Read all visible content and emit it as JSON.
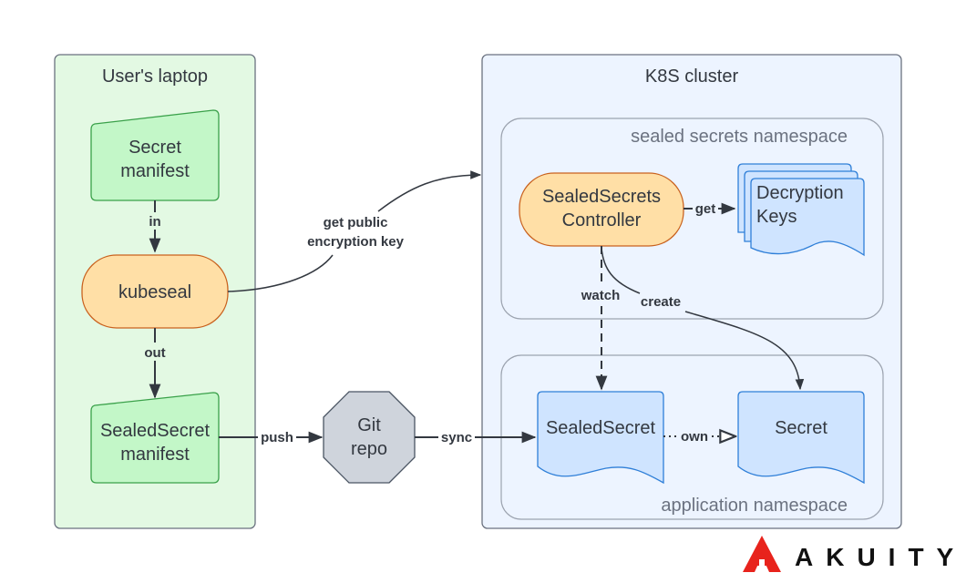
{
  "containers": {
    "laptop": {
      "title": "User's laptop",
      "fill": "#e3f9e3",
      "stroke": "#6b7280"
    },
    "cluster": {
      "title": "K8S cluster",
      "fill": "#edf4ff",
      "stroke": "#6b7280"
    },
    "sealed_ns": {
      "title": "sealed secrets namespace"
    },
    "app_ns": {
      "title": "application namespace"
    }
  },
  "nodes": {
    "secret_manifest": {
      "line1": "Secret",
      "line2": "manifest"
    },
    "kubeseal": {
      "label": "kubeseal"
    },
    "sealedsecret_manifest": {
      "line1": "SealedSecret",
      "line2": "manifest"
    },
    "git_repo": {
      "line1": "Git",
      "line2": "repo"
    },
    "controller": {
      "line1": "SealedSecrets",
      "line2": "Controller"
    },
    "decryption_keys": {
      "line1": "Decryption",
      "line2": "Keys"
    },
    "sealedsecret": {
      "label": "SealedSecret"
    },
    "secret": {
      "label": "Secret"
    }
  },
  "edges": {
    "in": "in",
    "out": "out",
    "get_public_key_line1": "get public",
    "get_public_key_line2": "encryption key",
    "push": "push",
    "sync": "sync",
    "get": "get",
    "watch": "watch",
    "create": "create",
    "own": "own"
  },
  "colors": {
    "green_fill": "#c3f7c8",
    "green_stroke": "#3aa14a",
    "orange_fill": "#ffdfa6",
    "orange_stroke": "#c9621f",
    "blue_fill": "#cfe4ff",
    "blue_stroke": "#2f7fd8",
    "gray_fill": "#cfd4dc",
    "accent_red": "#e8231c"
  },
  "logo": {
    "text": "AKUITY"
  }
}
